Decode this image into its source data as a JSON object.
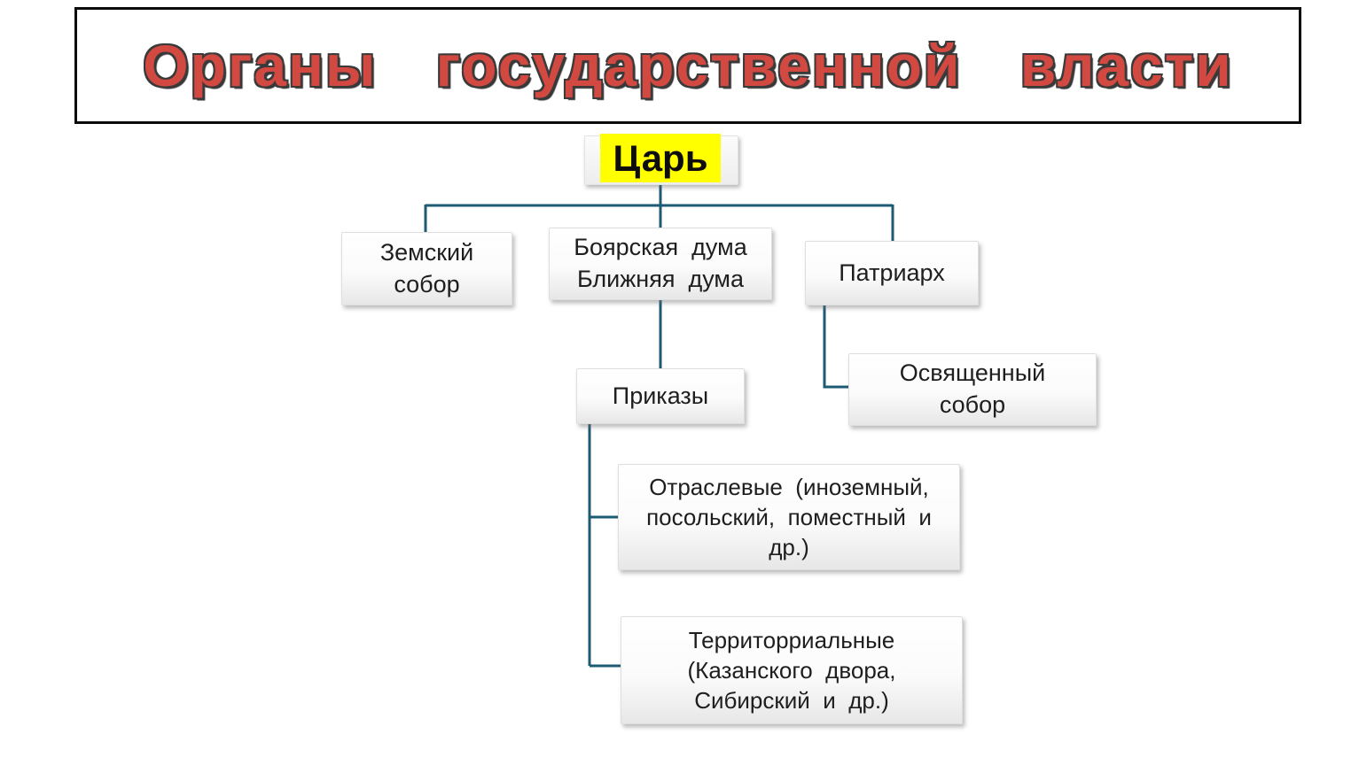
{
  "title": "Органы государственной власти",
  "diagram": {
    "tsar": "Царь",
    "zemsky_sobor": "Земский\nсобор",
    "boyar_duma": "Боярская  дума\nБлижняя  дума",
    "patriarch": "Патриарх",
    "prikazy": "Приказы",
    "osvyashchenny_sobor": "Освященный\nсобор",
    "otraslevye_prikazy": "Отраслевые  (иноземный,\nпосольский,  поместный  и\nдр.)",
    "territorialnye_prikazy": "Территорриальные\n(Казанского  двора,\nСибирский  и  др.)"
  },
  "colors": {
    "line": "#1d5a73",
    "highlight": "#ffff00",
    "title_red": "#d24941",
    "title_outline": "#3a3a3a"
  }
}
